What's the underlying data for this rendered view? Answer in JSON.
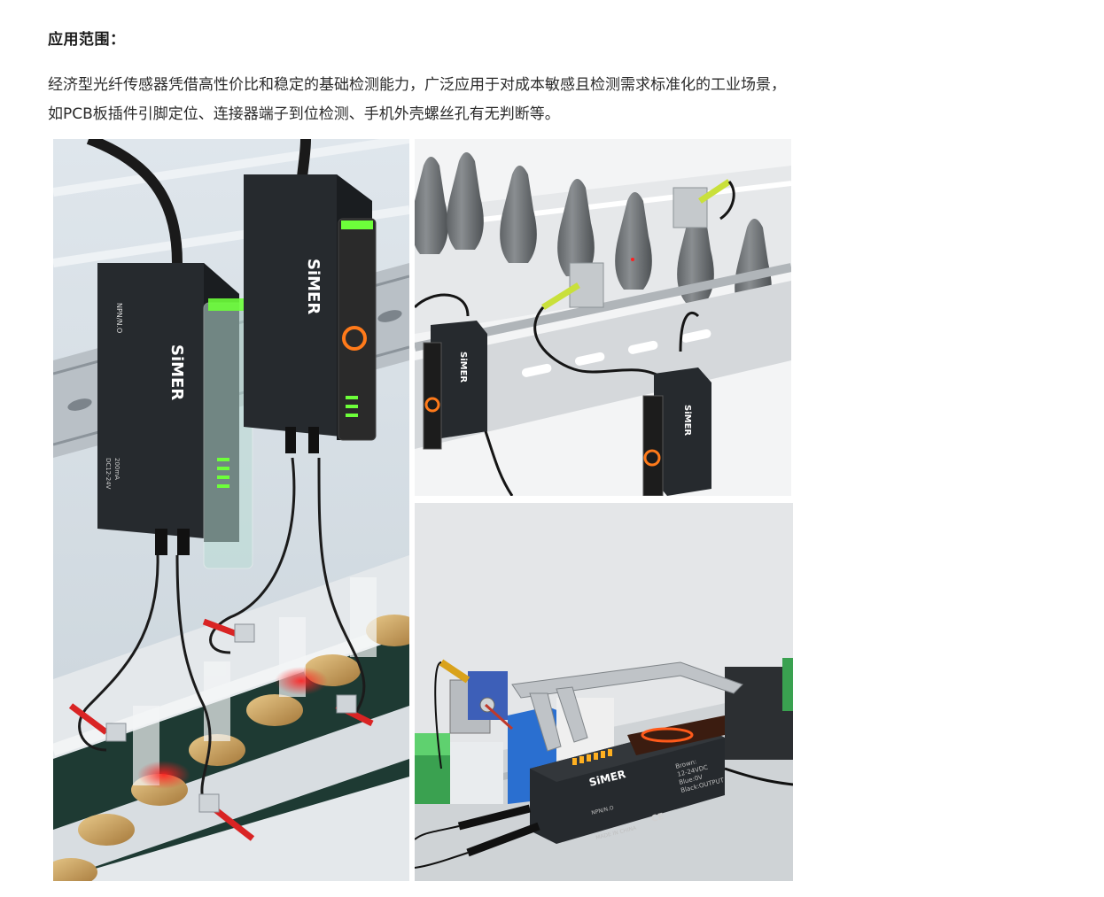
{
  "section": {
    "heading": "应用范围：",
    "paragraph_lines": [
      "经济型光纤传感器凭借高性价比和稳定的基础检测能力，广泛应用于对成本敏感且检测需求标准化的工业场景，",
      "如PCB板插件引脚定位、连接器端子到位检测、手机外壳螺丝孔有无判断等。"
    ]
  },
  "images": {
    "left": {
      "brand": "SiMER",
      "label_mode": "NPN/N.O",
      "label_voltage": "DC12-24V",
      "label_current": "200mA"
    },
    "top_right": {
      "brand": "SiMER"
    },
    "bottom_right": {
      "brand": "SiMER",
      "spec_lines": [
        "Brown:",
        "12-24VDC",
        "Blue:0V",
        "Black:OUTPUT"
      ],
      "label_mode": "NPN/N.O",
      "made_in": "MADE IN CHINA",
      "cert": "CE"
    }
  },
  "colors": {
    "sensor_body": "#262a2e",
    "led_green": "#6dff3a",
    "led_orange": "#ff7a1a",
    "cable_red": "#d92424",
    "cable_yellow_green": "#c9e03a",
    "rail": "#c7cbcf"
  }
}
